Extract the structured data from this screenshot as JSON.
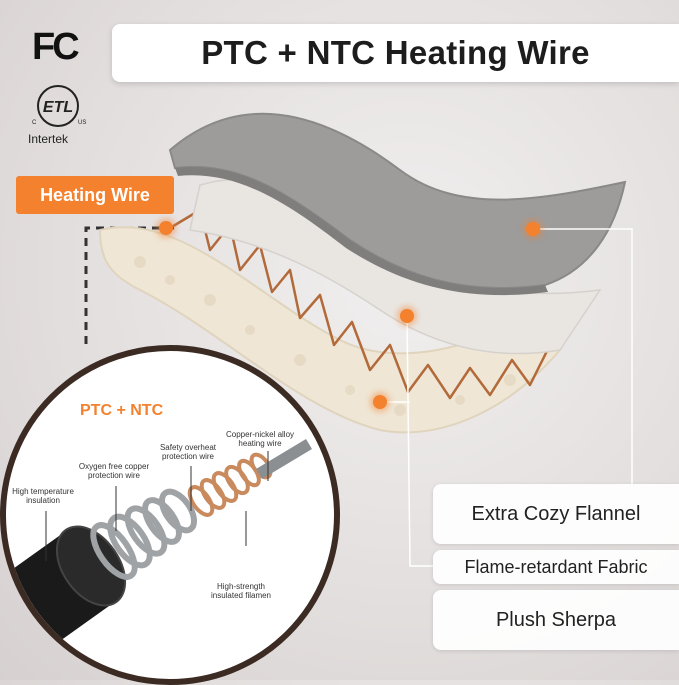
{
  "title": "PTC + NTC Heating Wire",
  "logos": {
    "fcc": "FC",
    "etl_subtext": "Intertek"
  },
  "badge": {
    "label": "Heating Wire",
    "color": "#f3812e"
  },
  "layers": {
    "flannel": "Extra Cozy Flannel",
    "flame": "Flame-retardant Fabric",
    "sherpa": "Plush Sherpa"
  },
  "wire": {
    "heading": "PTC + NTC",
    "parts": {
      "insulation": "High temperature insulation",
      "copper": "Oxygen free copper protection wire",
      "safety": "Safety overheat protection wire",
      "alloy": "Copper-nickel alloy heating wire",
      "filament": "High-strength insulated filamen"
    }
  },
  "colors": {
    "accent": "#f3812e",
    "text": "#1d1d1d"
  }
}
